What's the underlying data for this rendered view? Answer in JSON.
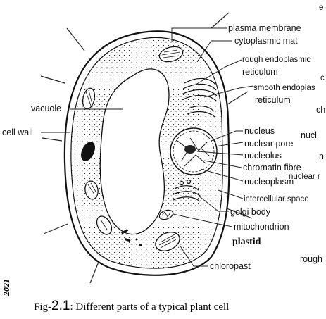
{
  "labels": {
    "plasma_membrane": "plasma membrane",
    "cytoplasmic_matrix": "cytoplasmic mat",
    "rough_er_1": "rough endoplasmic",
    "rough_er_2": "reticulum",
    "smooth_er_1": "smooth endoplas",
    "smooth_er_2": "reticulum",
    "vacuole": "vacuole",
    "cell_wall": "cell wall",
    "nucleus": "nucleus",
    "nuclear_pore": "nuclear pore",
    "nucleolus": "nucleolus",
    "chromatin_fibre": "chromatin fibre",
    "nucleoplasm": "nucleoplasm",
    "intercellular_space": "intercellular space",
    "golgi_body": "golgi body",
    "mitochondrion": "mitochondrion",
    "plastid": "plastid",
    "chloroplast": "chloropast"
  },
  "background_fragments": {
    "top_e": "e",
    "c": "c",
    "ch": "ch",
    "nucl": "nucl",
    "n": "n",
    "nuclear_r": "nuclear r",
    "rough": "rough"
  },
  "caption": {
    "prefix": "Fig-",
    "number": "2.1",
    "text": ": Different parts of a typical plant cell"
  },
  "margin_year": "2021"
}
